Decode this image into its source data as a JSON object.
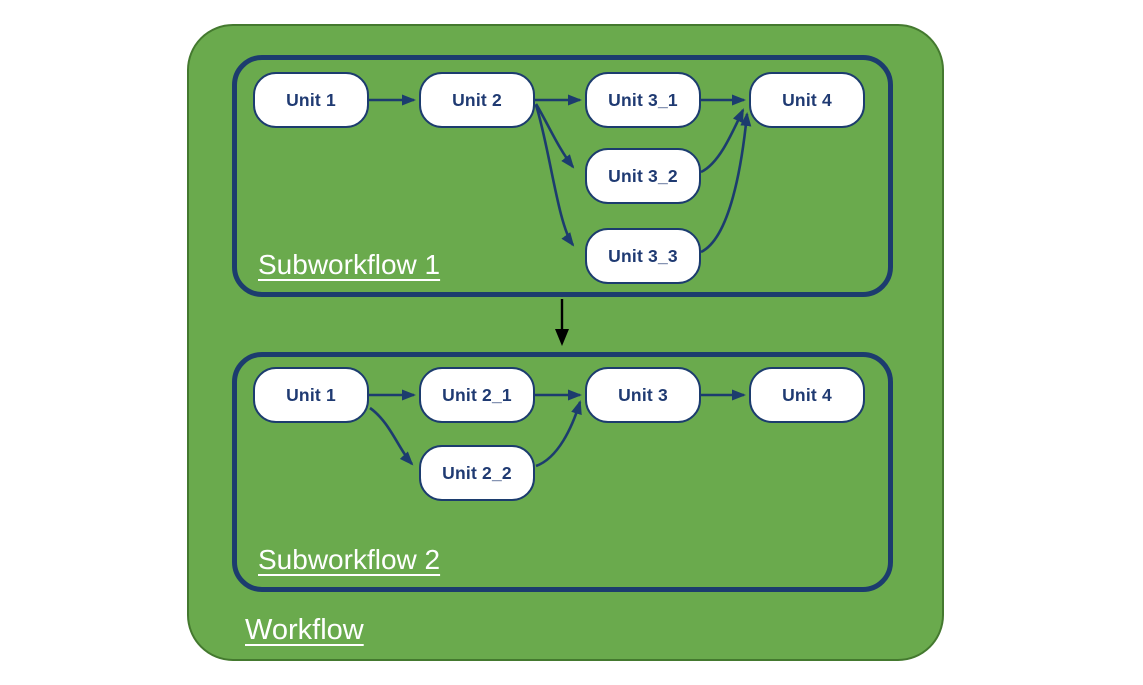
{
  "colors": {
    "background": "#FFFFFF",
    "workflow_green": "#6AAA4D",
    "workflow_outline_green": "#44792F",
    "navy": "#1C3C6E",
    "node_fill": "#FFFFFF",
    "zone_label_text": "#FFFFFF",
    "connector_black": "#000000"
  },
  "workflow": {
    "label": "Workflow",
    "connector": {
      "from": "Subworkflow 1",
      "to": "Subworkflow 2"
    },
    "subworkflows": [
      {
        "label": "Subworkflow 1",
        "nodes": [
          {
            "label": "Unit 1"
          },
          {
            "label": "Unit 2"
          },
          {
            "label": "Unit 3_1"
          },
          {
            "label": "Unit 3_2"
          },
          {
            "label": "Unit 3_3"
          },
          {
            "label": "Unit 4"
          }
        ],
        "edges": [
          {
            "from": "Unit 1",
            "to": "Unit 2"
          },
          {
            "from": "Unit 2",
            "to": "Unit 3_1"
          },
          {
            "from": "Unit 2",
            "to": "Unit 3_2"
          },
          {
            "from": "Unit 2",
            "to": "Unit 3_3"
          },
          {
            "from": "Unit 3_1",
            "to": "Unit 4"
          },
          {
            "from": "Unit 3_2",
            "to": "Unit 4"
          },
          {
            "from": "Unit 3_3",
            "to": "Unit 4"
          }
        ]
      },
      {
        "label": "Subworkflow 2",
        "nodes": [
          {
            "label": "Unit 1"
          },
          {
            "label": "Unit 2_1"
          },
          {
            "label": "Unit 2_2"
          },
          {
            "label": "Unit 3"
          },
          {
            "label": "Unit 4"
          }
        ],
        "edges": [
          {
            "from": "Unit 1",
            "to": "Unit 2_1"
          },
          {
            "from": "Unit 1",
            "to": "Unit 2_2"
          },
          {
            "from": "Unit 2_1",
            "to": "Unit 3"
          },
          {
            "from": "Unit 2_2",
            "to": "Unit 3"
          },
          {
            "from": "Unit 3",
            "to": "Unit 4"
          }
        ]
      }
    ]
  }
}
